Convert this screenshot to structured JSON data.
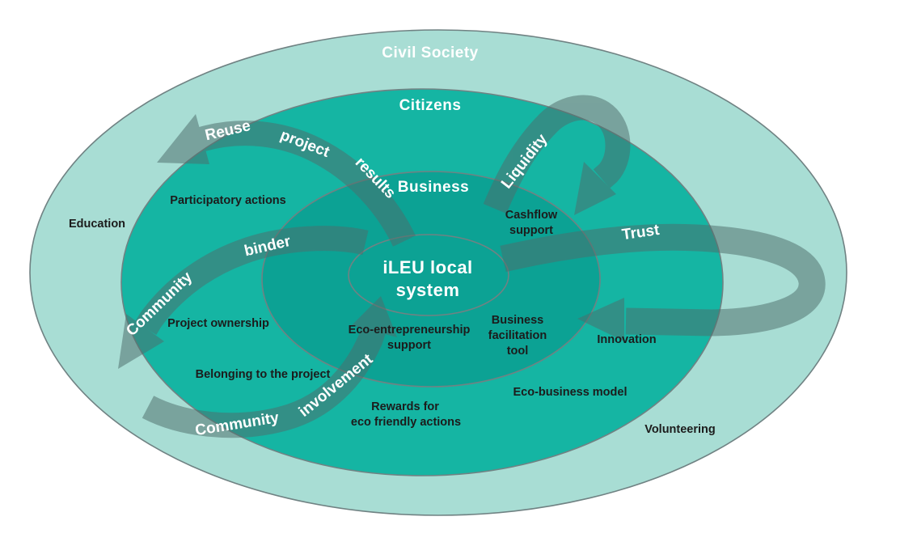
{
  "colors": {
    "background": "#ffffff",
    "ring_civil_society": "#a8ddd4",
    "ring_citizens": "#15b5a3",
    "ring_business": "#0ca294",
    "ring_inner": "#0ca294",
    "ring_outline": "#708283",
    "arrow": "#4e6e6c",
    "label_dark": "#1c1c1c",
    "label_light": "#ffffff"
  },
  "rings": {
    "civil_society": "Civil Society",
    "citizens": "Citizens",
    "business": "Business"
  },
  "center": {
    "line1": "iLEU local",
    "line2": "system"
  },
  "arrows": {
    "reuse_project_results": {
      "word1": "Reuse",
      "word2": "project",
      "word3": "results"
    },
    "liquidity": {
      "word1": "Liquidity"
    },
    "trust": {
      "word1": "Trust"
    },
    "community_binder": {
      "word1": "Community",
      "word2": "binder"
    },
    "community_involvement": {
      "word1": "Community",
      "word2": "involvement"
    }
  },
  "labels": {
    "education": "Education",
    "participatory_actions": "Participatory actions",
    "cashflow_support": {
      "line1": "Cashflow",
      "line2": "support"
    },
    "project_ownership": "Project ownership",
    "belonging_to_project": "Belonging to the project",
    "eco_entrepreneurship": {
      "line1": "Eco-entrepreneurship",
      "line2": "support"
    },
    "business_facilitation": {
      "line1": "Business",
      "line2": "facilitation",
      "line3": "tool"
    },
    "innovation": "Innovation",
    "eco_business_model": "Eco-business model",
    "rewards": {
      "line1": "Rewards for",
      "line2": "eco friendly actions"
    },
    "volunteering": "Volunteering"
  }
}
